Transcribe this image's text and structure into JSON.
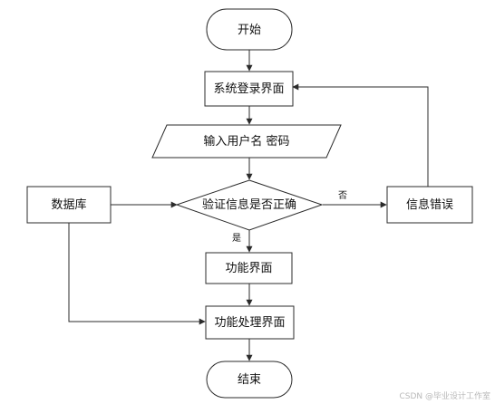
{
  "flowchart": {
    "start": "开始",
    "login_screen": "系统登录界面",
    "input_credentials": "输入用户名 密码",
    "verify": "验证信息是否正确",
    "database": "数据库",
    "error": "信息错误",
    "function_screen": "功能界面",
    "function_process": "功能处理界面",
    "end": "结束",
    "yes_label": "是",
    "no_label": "否"
  },
  "watermark": "CSDN @毕业设计工作室"
}
